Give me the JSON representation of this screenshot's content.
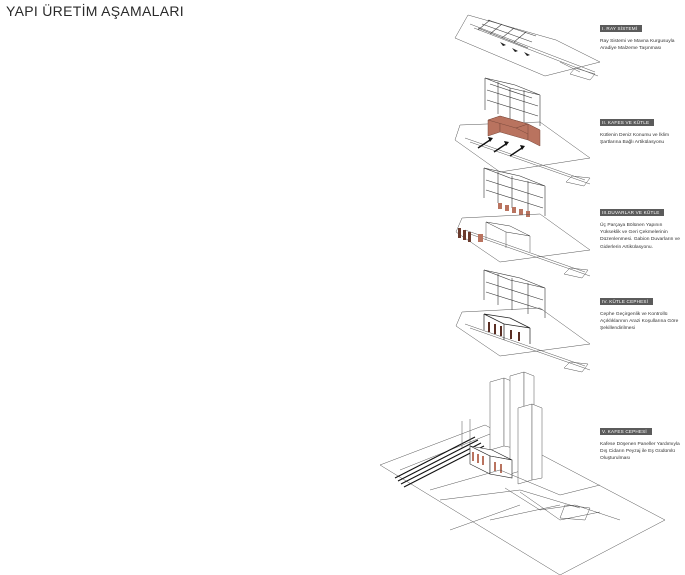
{
  "title": "YAPI ÜRETİM AŞAMALARI",
  "stages": [
    {
      "tag": "I.    RAY SİSTEMİ",
      "description": "Ray Sistemi ve Mavna Kurgusuyla Aradiye Malzeme Taşınması"
    },
    {
      "tag": "II. KAFES VE KÜTLE",
      "description": "Kütlenin Deniz Konumu ve İklim Şartlarına Bağlı Artikülasyonu"
    },
    {
      "tag": "III.DUVARLAR VE KÜTLE",
      "description": "Üç Parçaya Bölünen Yapının Yükseklik ve Geri Çekmelerinin Düzenlenmesi. Gabion Duvarların ve Giderlerin Artikülasyonu."
    },
    {
      "tag": "IV. KÜTLE CEPHESİ",
      "description": "Cephe Geçirgenlik ve Kontrollü Açıklıklarının Arazi Koşullarına Göre Şekillendirilmesi"
    },
    {
      "tag": "V. KAFES CEPHESİ",
      "description": "Kafese Döşenen Paneller Yardımıyla Dış Cidarın Peyzaj ile Eş Güdümlü Oluşturulması"
    }
  ],
  "colors": {
    "ink": "#333333",
    "mass": "#b9735f",
    "tag_bg": "#5b5b5b"
  }
}
